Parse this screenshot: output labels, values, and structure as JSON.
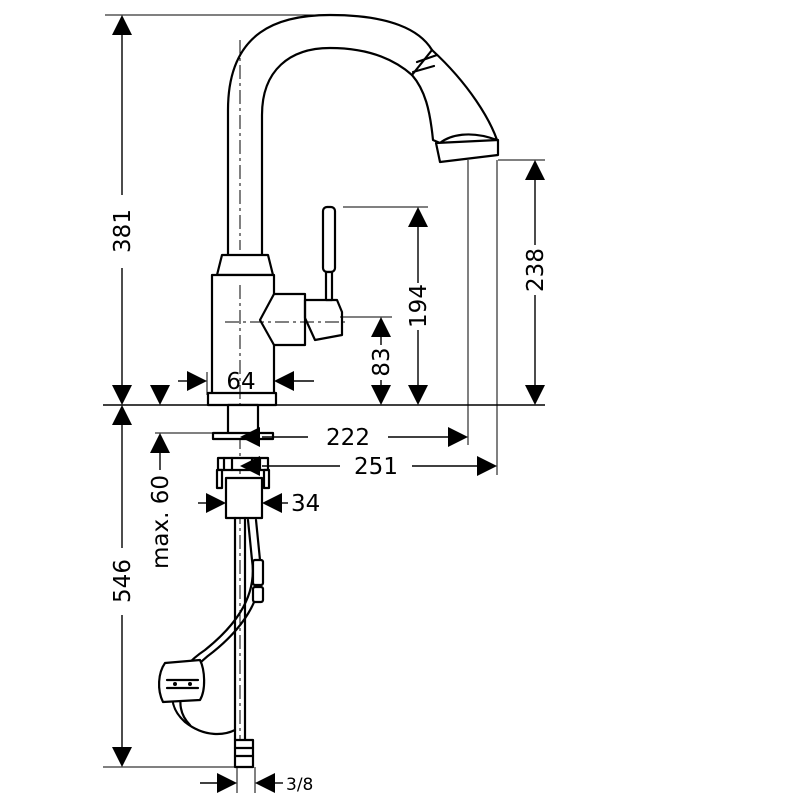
{
  "dimensions": {
    "total_height": "381",
    "spout_height": "238",
    "lever_height": "194",
    "handle_axis_height": "83",
    "base_diameter": "64",
    "reach_to_aerator": "222",
    "reach_to_outer_edge": "251",
    "max_deck_thickness": "max. 60",
    "shank_diameter": "34",
    "below_deck_length": "546",
    "connection_thread": "3/8"
  }
}
